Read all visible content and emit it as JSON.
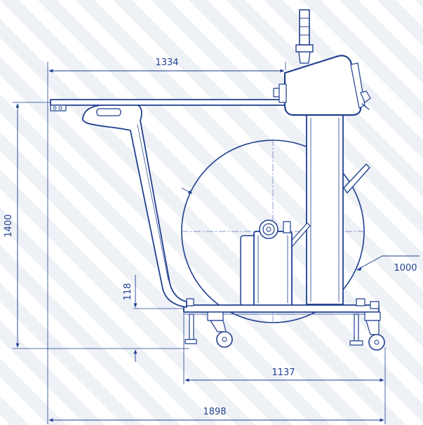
{
  "colors": {
    "line": "#1f3f8f",
    "thin_line": "#5f78b8",
    "hatch": "#eef1f6",
    "background": "#ffffff"
  },
  "dimensions": {
    "conveyor_length": "1334",
    "total_height": "1400",
    "reel_diameter": "1000",
    "conveyor_clearance": "118",
    "base_width": "1137",
    "overall_length": "1898"
  }
}
